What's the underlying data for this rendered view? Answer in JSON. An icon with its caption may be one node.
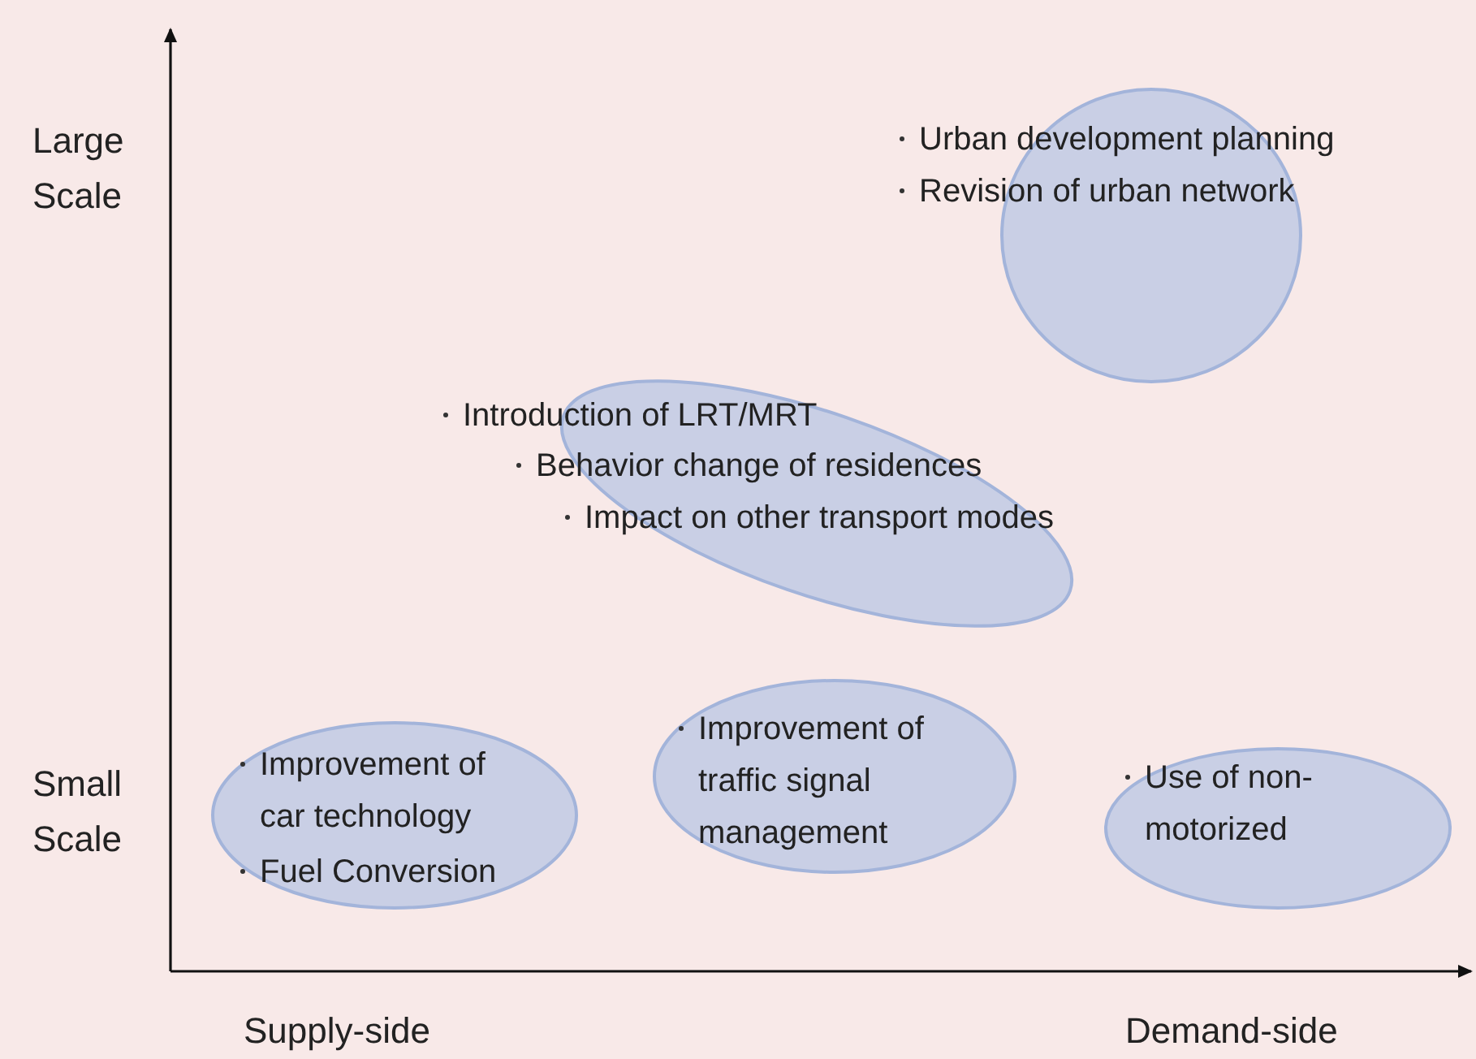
{
  "diagram": {
    "nodes": [
      {
        "text": [
          "Urban development planning",
          "Revision of urban network"
        ]
      },
      {
        "text": [
          "Introduction of LRT/MRT",
          "Behavior change of residences",
          "Impact on other transport modes"
        ]
      },
      {
        "text": [
          "Improvement of car technology",
          "Fuel Conversion"
        ]
      },
      {
        "text": [
          "Improvement of traffic signal management"
        ]
      },
      {
        "text": [
          "Use of non-motorized"
        ]
      }
    ],
    "edges": [],
    "labels": [
      "Large Scale",
      "Small Scale",
      "Supply-side",
      "Demand-side"
    ]
  }
}
